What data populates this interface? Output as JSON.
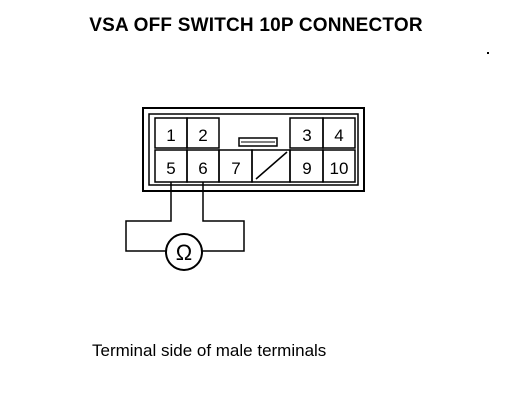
{
  "title": "VSA OFF SWITCH 10P CONNECTOR",
  "caption": "Terminal side of male terminals",
  "connector": {
    "top_row": [
      "1",
      "2",
      "",
      "3",
      "4"
    ],
    "bottom_row": [
      "5",
      "6",
      "7",
      "",
      "9",
      "10"
    ]
  },
  "meter": {
    "symbol": "Ω",
    "icon": "ohmmeter-icon",
    "probe_terminals": [
      "5",
      "6"
    ]
  }
}
